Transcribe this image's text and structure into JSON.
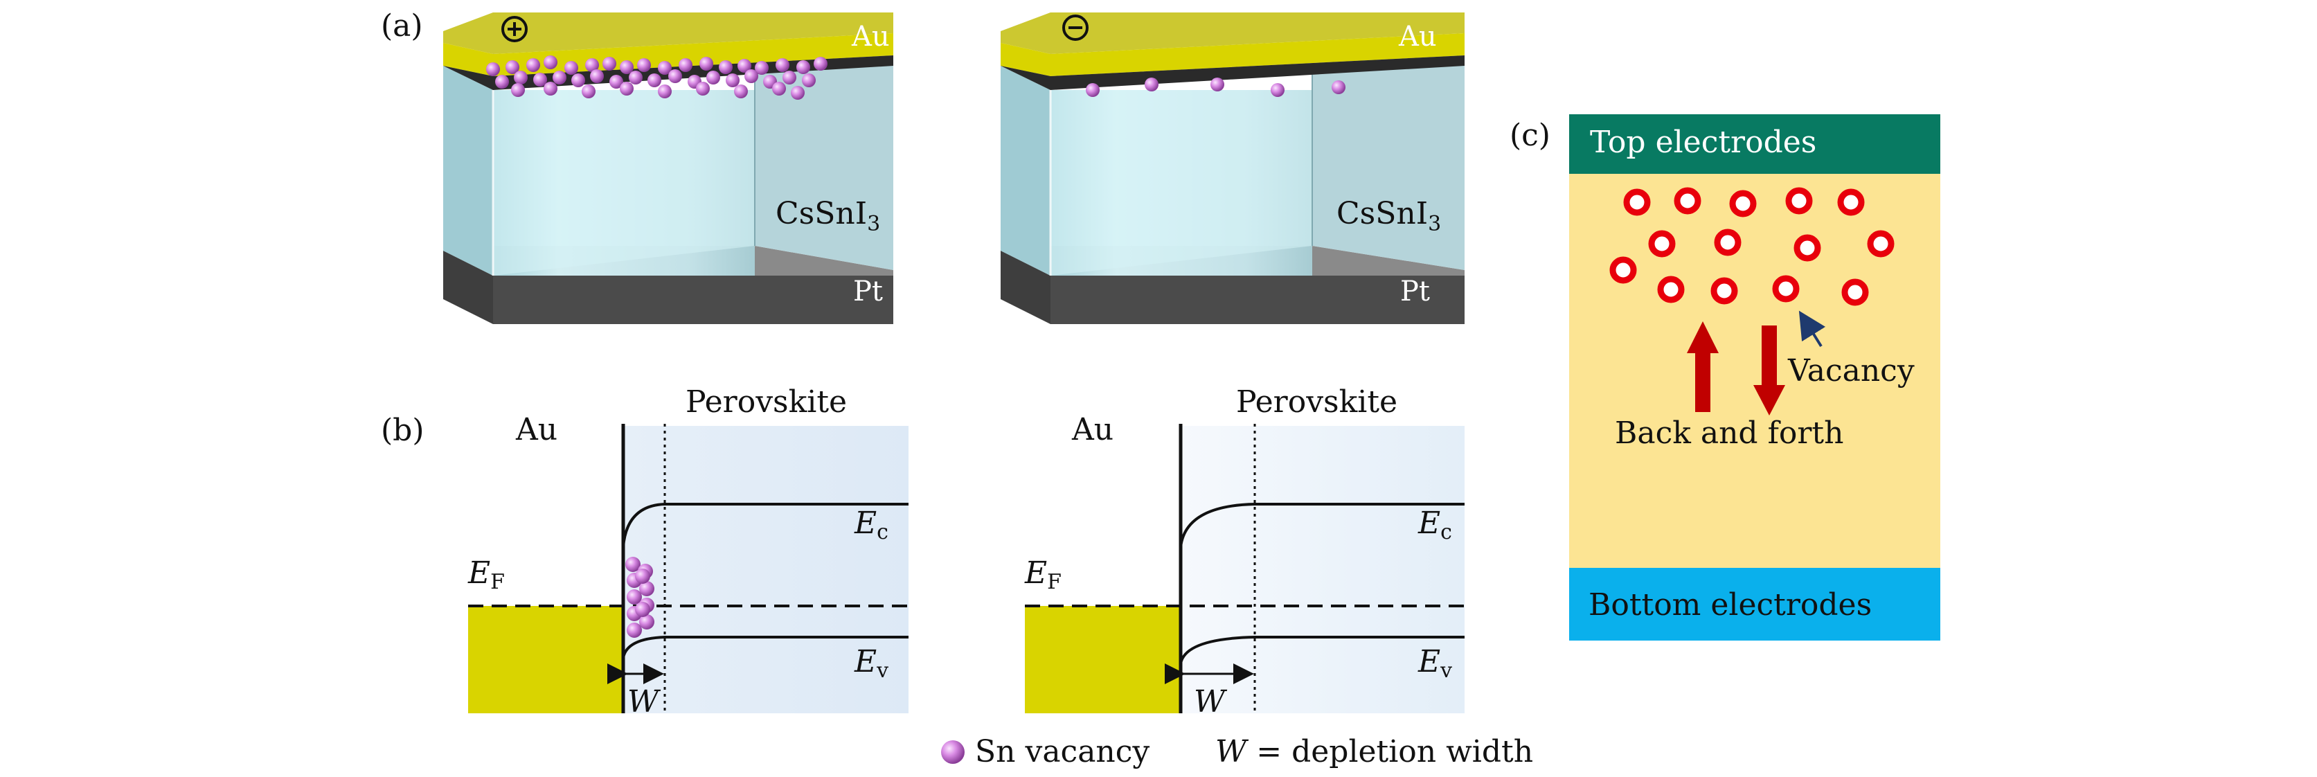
{
  "panel_labels": {
    "a": "(a)",
    "b": "(b)",
    "c": "(c)"
  },
  "panel_a": {
    "left": {
      "polarity": "+",
      "top_electrode": "Au",
      "film_prefix": "CsSnI",
      "film_subscript": "3",
      "bottom_electrode": "Pt",
      "vacancy_state": "accumulated at Au interface"
    },
    "right": {
      "polarity": "−",
      "top_electrode": "Au",
      "film_prefix": "CsSnI",
      "film_subscript": "3",
      "bottom_electrode": "Pt",
      "vacancy_state": "dispersed"
    }
  },
  "panel_b": {
    "left": {
      "metal": "Au",
      "semiconductor": "Perovskite",
      "fermi_main": "E",
      "fermi_sub": "F",
      "cb_main": "E",
      "cb_sub": "c",
      "vb_main": "E",
      "vb_sub": "v",
      "depletion": "W",
      "depletion_relative": "narrow"
    },
    "right": {
      "metal": "Au",
      "semiconductor": "Perovskite",
      "fermi_main": "E",
      "fermi_sub": "F",
      "cb_main": "E",
      "cb_sub": "c",
      "vb_main": "E",
      "vb_sub": "v",
      "depletion": "W",
      "depletion_relative": "wide"
    }
  },
  "legend": {
    "vacancy_label": "Sn vacancy",
    "w_symbol": "W",
    "w_definition": " = depletion width"
  },
  "panel_c": {
    "top": "Top electrodes",
    "bottom": "Bottom electrodes",
    "vacancy": "Vacancy",
    "motion": "Back and forth"
  },
  "colors": {
    "gold": "#d9d400",
    "vacancy_purple": "#c86cd6",
    "crystal": "#bfe4ea",
    "panel_c_fill": "#fce493",
    "top_electrode": "#087a62",
    "bottom_electrode": "#0ab0ec",
    "arrow_red": "#c00000"
  }
}
